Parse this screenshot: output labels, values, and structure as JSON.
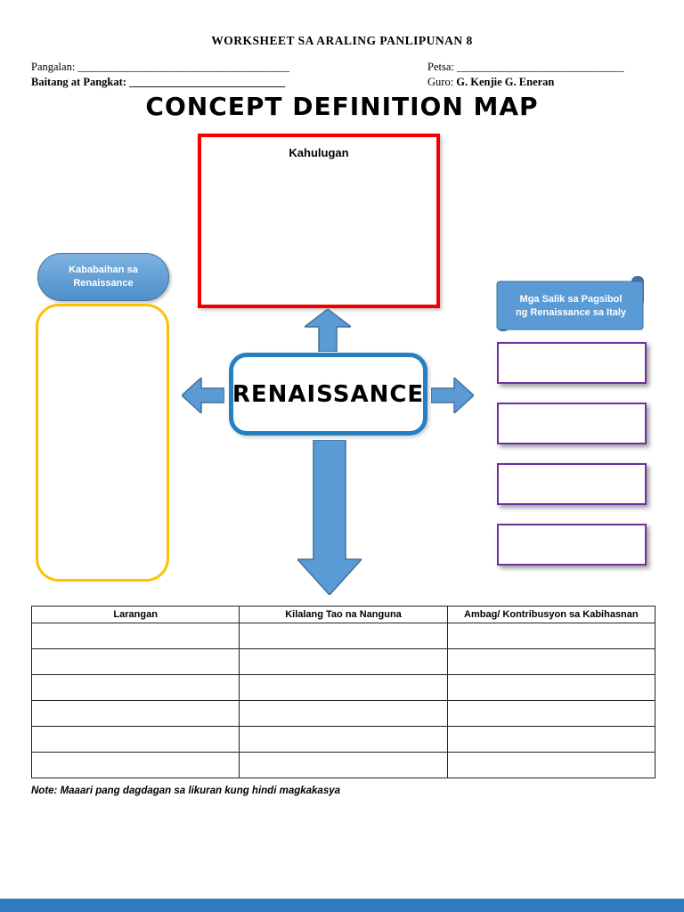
{
  "header": {
    "title": "WORKSHEET SA ARALING PANLIPUNAN 8"
  },
  "fields": {
    "pangalan": {
      "label": "Pangalan:",
      "blank": "______________________________________"
    },
    "petsa": {
      "label": "Petsa:",
      "blank": "______________________________"
    },
    "baitang": {
      "label": "Baitang at Pangkat:",
      "blank": "____________________________"
    },
    "guro": {
      "label": "Guro:",
      "value": "G. Kenjie G. Eneran"
    }
  },
  "main_title": "CONCEPT DEFINITION MAP",
  "concept_map": {
    "definition_box_label": "Kahulugan",
    "center_label": "RENAISSANCE",
    "left_bubble": {
      "line1": "Kababaihan sa",
      "line2": "Renaissance"
    },
    "right_banner": {
      "line1": "Mga Salik sa Pagsibol",
      "line2": "ng Renaissance sa Italy"
    },
    "factor_box_count": 4
  },
  "table": {
    "headers": [
      "Larangan",
      "Kilalang Tao na Nanguna",
      "Ambag/ Kontribusyon sa Kabihasnan"
    ],
    "row_count": 6
  },
  "note": "Note: Maaari pang dagdagan sa likuran kung hindi magkakasya",
  "colors": {
    "arrow_blue": "#5B9BD5",
    "arrow_border": "#41719C",
    "definition_box_border": "#F20000",
    "women_box_border": "#FFC000",
    "center_box_border": "#2580C3",
    "factor_box_border": "#7030A0",
    "banner_blue": "#5B9BD5",
    "bottom_bar": "#2F7CC0"
  }
}
